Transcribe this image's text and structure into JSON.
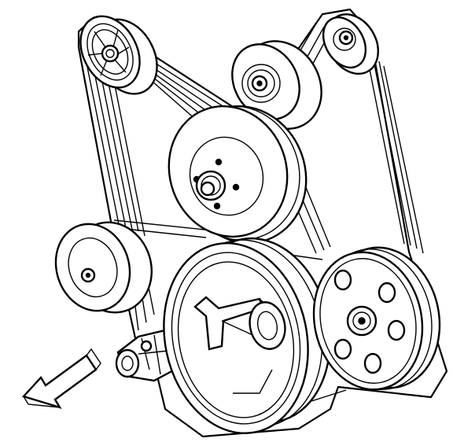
{
  "figure": {
    "subject": "serpentine-belt-routing",
    "colors": {
      "line": "#000000",
      "background": "#ffffff"
    }
  },
  "components": [
    {
      "id": "upper-left-idler-pulley",
      "grooved": true
    },
    {
      "id": "upper-smooth-idler-pulley",
      "grooved": false
    },
    {
      "id": "upper-right-idler-pulley",
      "grooved": false
    },
    {
      "id": "water-pump-pulley",
      "grooved": true
    },
    {
      "id": "left-smooth-idler-pulley",
      "grooved": false
    },
    {
      "id": "crankshaft-balancer-pulley",
      "grooved": true
    },
    {
      "id": "generator-pulley",
      "grooved": true
    },
    {
      "id": "belt-tensioner",
      "grooved": false
    }
  ],
  "direction_arrow": {
    "points": "lower-left"
  }
}
